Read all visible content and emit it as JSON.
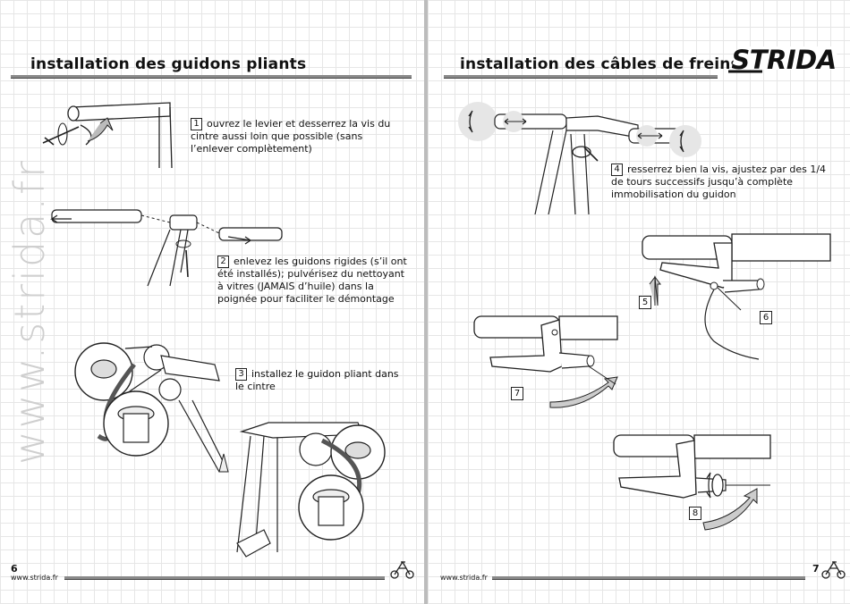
{
  "left_page": {
    "title": "installation des guidons pliants",
    "watermark": "www.strida.fr",
    "page_number": "6",
    "footer_url": "www.strida.fr",
    "steps": [
      {
        "number": "1",
        "text": "ouvrez le levier et desserrez la vis du cintre aussi loin que possible (sans l’enlever complètement)"
      },
      {
        "number": "2",
        "text": "enlevez les guidons rigides (s’il ont été installés); pulvérisez du nettoyant à vitres (JAMAIS d’huile) dans la poignée pour faciliter le démontage"
      },
      {
        "number": "3",
        "text": "installez le guidon pliant dans le cintre"
      }
    ]
  },
  "right_page": {
    "title": "installation des câbles de freins",
    "logo_text": "STRIDA",
    "page_number": "7",
    "footer_url": "www.strida.fr",
    "steps": [
      {
        "number": "4",
        "text": "resserrez bien la vis, ajustez par des 1/4 de tours successifs jusqu’à complète immobilisation du guidon"
      }
    ],
    "callouts": [
      "5",
      "6",
      "7",
      "8"
    ]
  }
}
